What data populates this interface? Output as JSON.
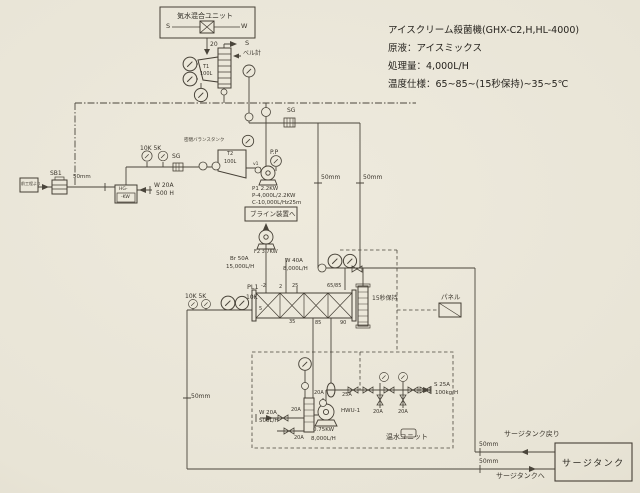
{
  "colors": {
    "paper": "#e8e4d6",
    "ink": "#4a453b",
    "text": "#3a352c"
  },
  "spec_block": {
    "line1": "アイスクリーム殺菌機(GHX-C2,H,HL-4000)",
    "line2": "原液：アイスミックス",
    "line3": "処理量：4,000L/H",
    "line4": "温度仕様：65~85~(15秒保持)~35~5℃"
  },
  "labels": {
    "mixer_title": "気水混合ユニット",
    "mixer_s": "S",
    "mixer_w": "W",
    "pipe20": "20",
    "steam_s": "S",
    "bell": "ベル計",
    "t1": "T1",
    "t1_cap": "100L",
    "sg_top": "SG",
    "from_prev": "前工程より",
    "sb1": "SB1",
    "mm50_sb1": "50mm",
    "hg1": "HG-",
    "hg2": "-KW",
    "w20a_top": "W 20A",
    "w20a_top2": "500 H",
    "g10k5k_top": "10K 5K",
    "sg_mid": "SG",
    "balance_tank": "密閉バランスタンク",
    "t2": "T2",
    "t2_cap": "100L",
    "pp": "P.P",
    "v1": "v1",
    "p1_1": "P1 2.2KW",
    "p1_2": "P-4,000L/2.2KW",
    "p1_3": "C-10,000L/Hz25m",
    "brine_label": "ブライン装置へ",
    "f2": "F2 3.7KW",
    "br50a": "Br 50A",
    "br50a_cap": "15,000L/H",
    "w40a": "W 40A",
    "w40a_cap": "8,000L/H",
    "pl1": "PL1",
    "g10k5k_hx": "10K 5K",
    "g10k_hx": "10K",
    "n5": "5",
    "hx_m2": "-2",
    "hx_2": "2",
    "hx_25": "25",
    "hx_6585": "65/85",
    "hx_35": "35",
    "hx_85": "85",
    "hx_90": "90",
    "hold15": "15秒保持",
    "panel": "パネル",
    "mm50_v1": "50mm",
    "mm50_v2": "50mm",
    "mm50_left": "50mm",
    "hwu": "HWU-1",
    "hwu_kw": "0.75KW",
    "hwu_cap": "8,000L/H",
    "w20a_hw": "W 20A",
    "w20a_hw2": "500L/H",
    "a20_1": "20A",
    "a20_2": "20A",
    "a20_3": "20A",
    "a25": "25A",
    "a20_4": "20A",
    "a20_5": "20A",
    "s25a": "S 25A",
    "s25a_cap": "100kg/H",
    "onsui": "温水ユニット",
    "surge_return": "サージタンク戻り",
    "mm50_ret": "50mm",
    "mm50_sup": "50mm",
    "surge_to": "サージタンクへ",
    "surge_tank": "サージタンク"
  }
}
